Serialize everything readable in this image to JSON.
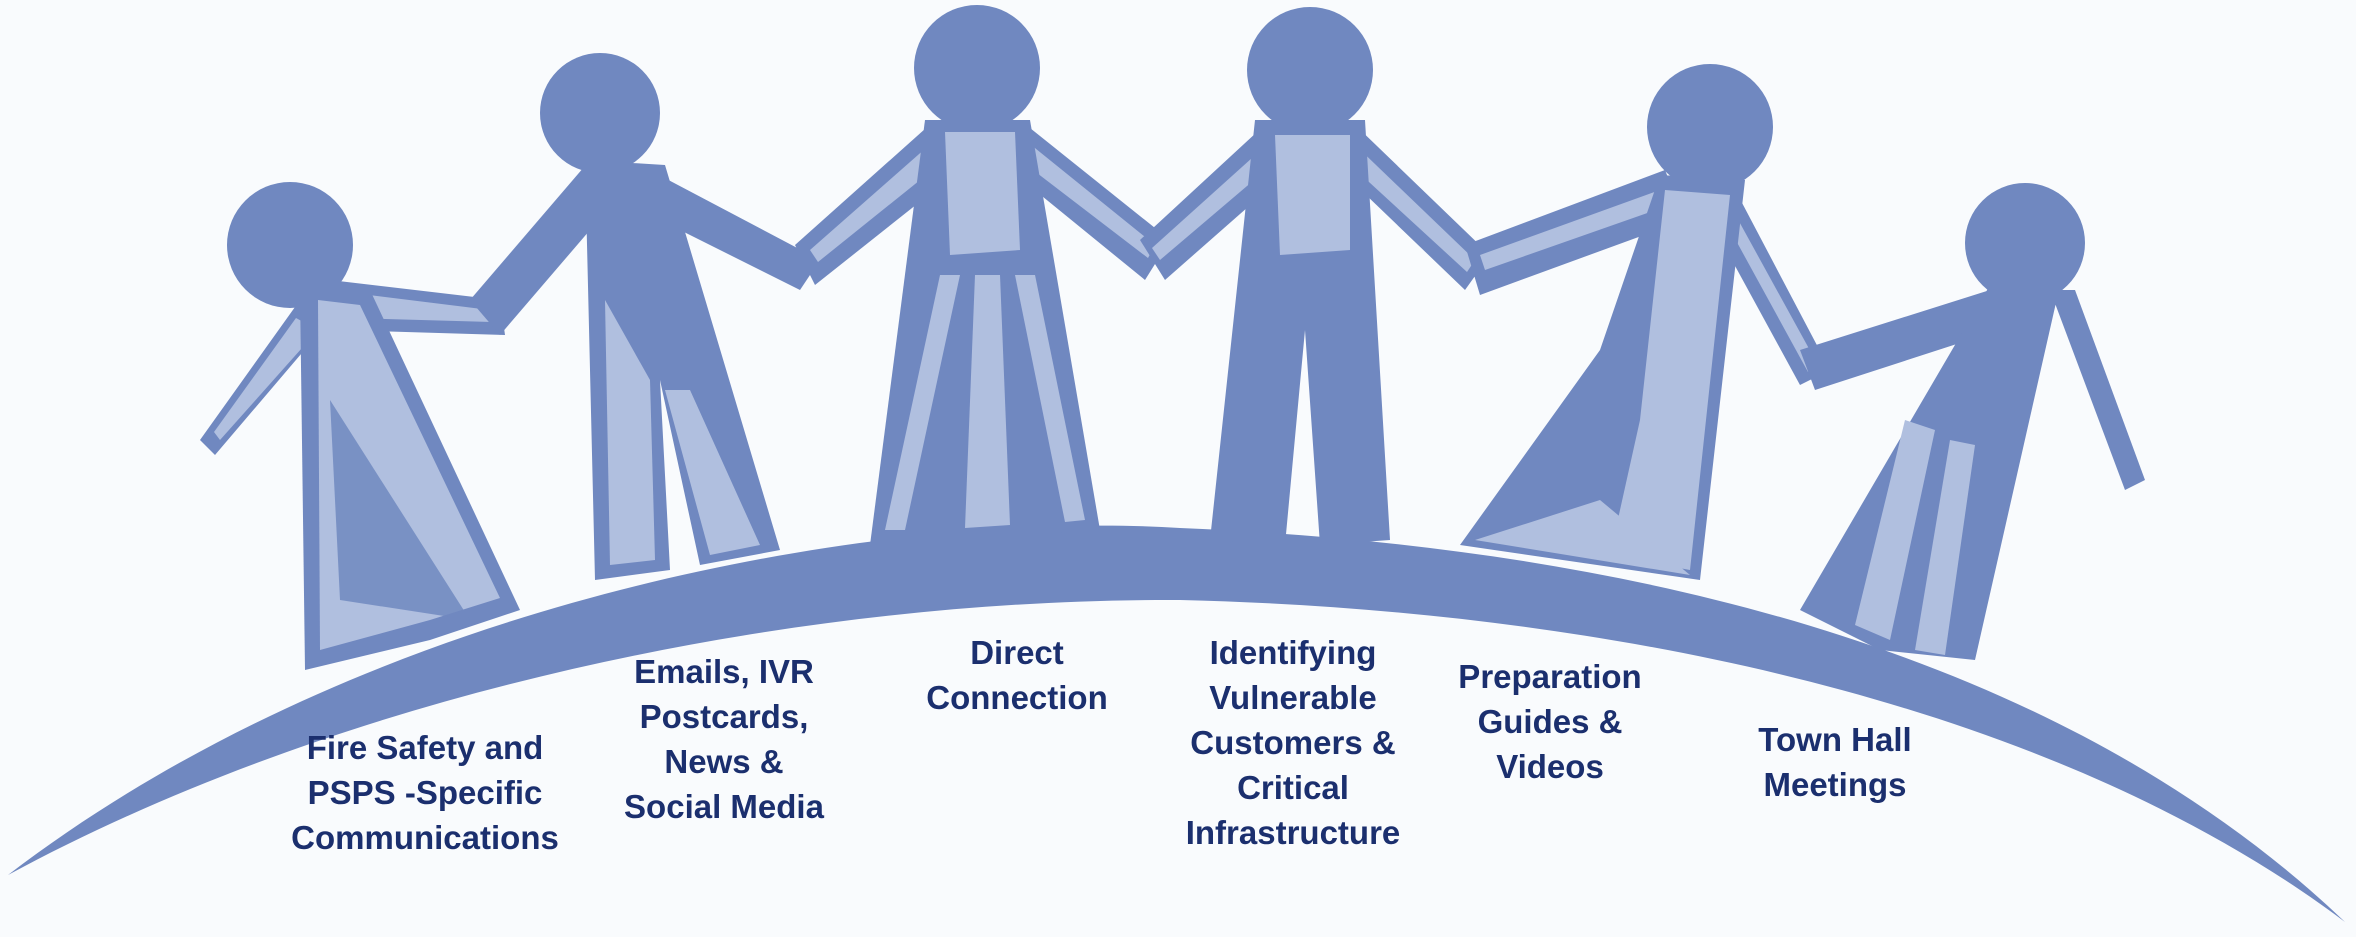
{
  "colors": {
    "background": "#f9fbfd",
    "figure_dark": "#7088c0",
    "figure_light": "#b0bfdf",
    "label_text": "#1b2f6e"
  },
  "labels": [
    {
      "lines": [
        "Fire Safety and",
        "PSPS -Specific",
        "Communications"
      ]
    },
    {
      "lines": [
        "Emails, IVR",
        "Postcards,",
        "News &",
        "Social Media"
      ]
    },
    {
      "lines": [
        "Direct",
        "Connection"
      ]
    },
    {
      "lines": [
        "Identifying",
        "Vulnerable",
        "Customers &",
        "Critical",
        "Infrastructure"
      ]
    },
    {
      "lines": [
        "Preparation",
        "Guides &",
        "Videos"
      ]
    },
    {
      "lines": [
        "Town Hall",
        "Meetings"
      ]
    }
  ]
}
